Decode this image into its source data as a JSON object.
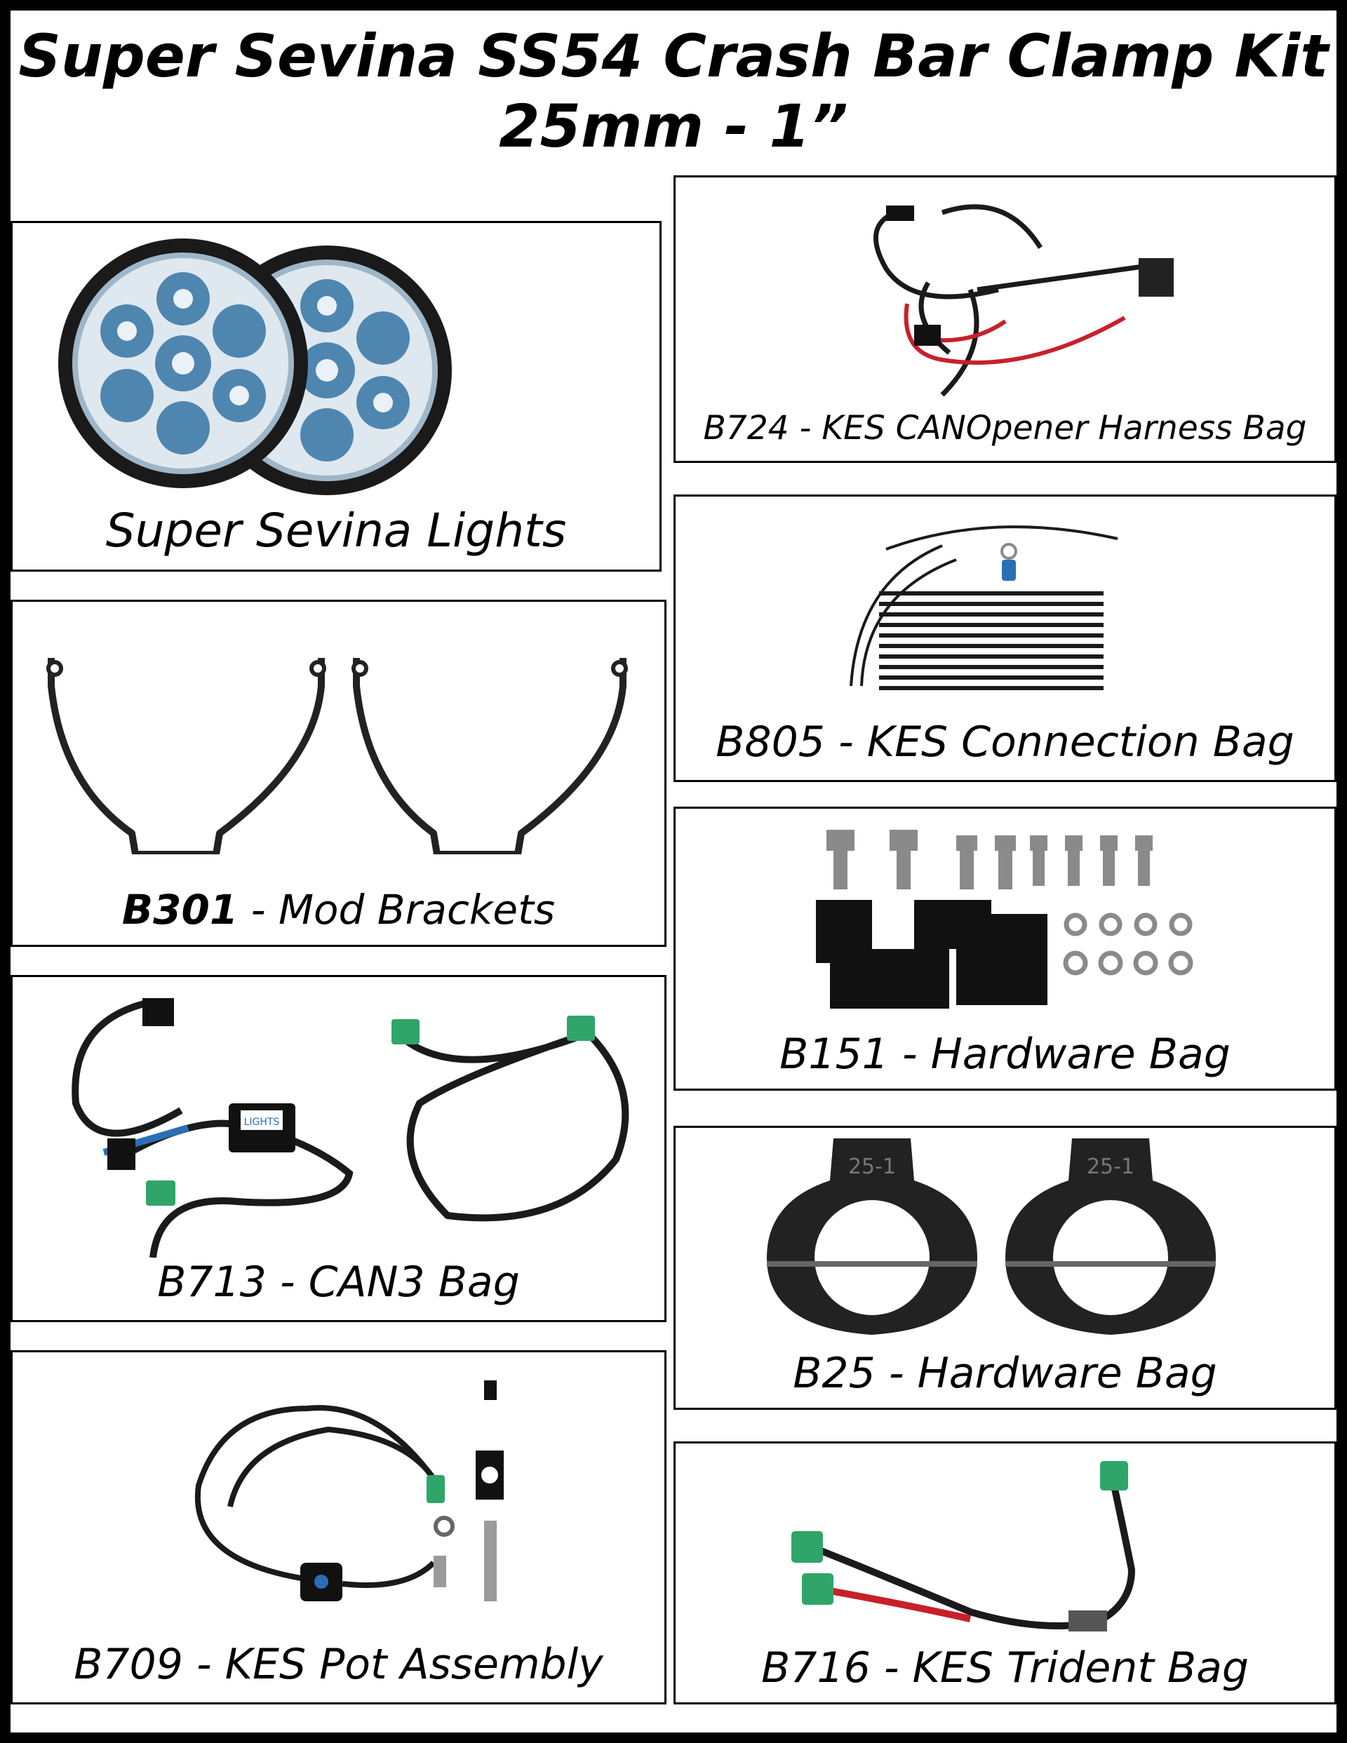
{
  "title": {
    "line1": "Super Sevina SS54 Crash Bar Clamp Kit",
    "line2": "25mm - 1”"
  },
  "panels": {
    "lights": {
      "label": "Super Sevina Lights",
      "icon": "led-light-pair"
    },
    "b301": {
      "code": "B301",
      "sep": " - ",
      "name": "Mod Brackets",
      "icon": "bracket-pair"
    },
    "b713": {
      "label": "B713 - CAN3 Bag",
      "icon": "can3-harness",
      "module_text": "LIGHTS"
    },
    "b709": {
      "label": "B709 - KES Pot Assembly",
      "icon": "pot-assembly"
    },
    "b724": {
      "label": "B724 - KES CANOpener Harness Bag",
      "icon": "wiring-harness"
    },
    "b805": {
      "label": "B805 - KES Connection Bag",
      "icon": "zip-ties"
    },
    "b151": {
      "label": "B151 - Hardware Bag",
      "icon": "bolts-and-mounts"
    },
    "b25": {
      "label": "B25 - Hardware Bag",
      "icon": "bar-clamps",
      "clamp_marking": "25-1"
    },
    "b716": {
      "label": "B716 - KES Trident Bag",
      "icon": "trident-cable"
    }
  },
  "colors": {
    "border": "#000000",
    "background": "#ffffff",
    "led_blue": "#4f86b0",
    "connector_green": "#2fa56a",
    "wire_red": "#c8202a",
    "cable_blue": "#2a6fb5"
  }
}
